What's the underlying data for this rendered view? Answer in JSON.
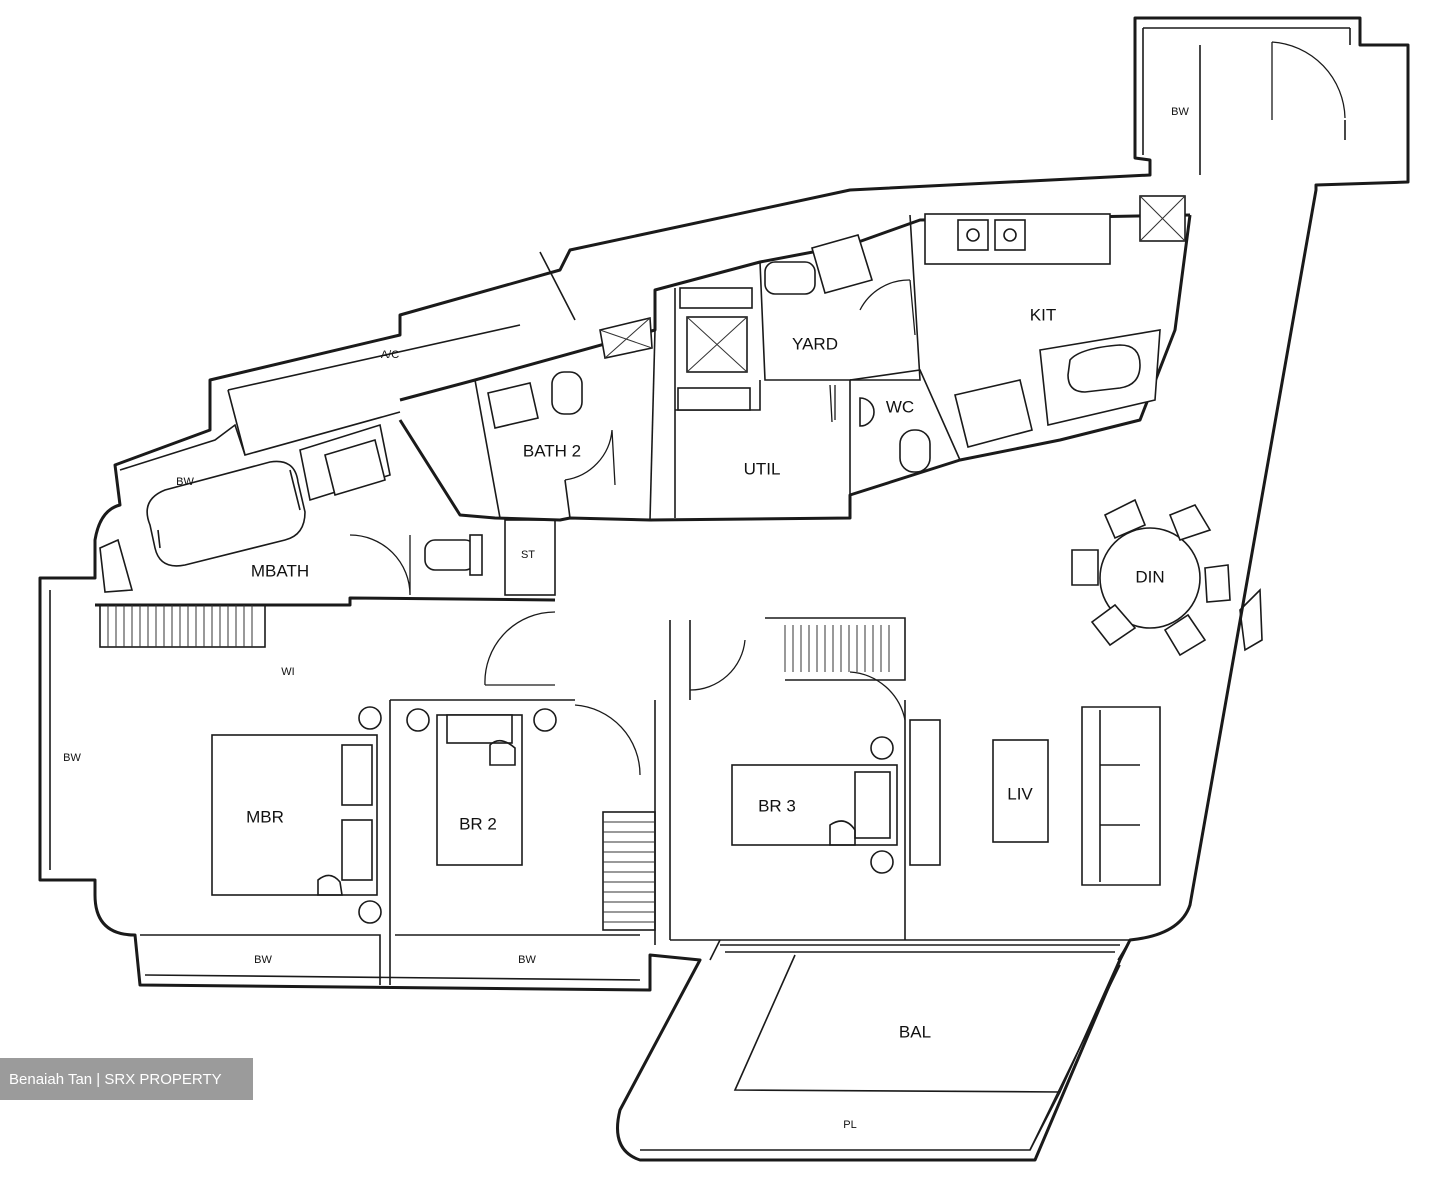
{
  "rooms": {
    "ac": "A/C",
    "bw_top": "BW",
    "bw_left": "BW",
    "bw_entry": "BW",
    "bw_bottom_left": "BW",
    "bw_bottom_mid": "BW",
    "mbath": "MBATH",
    "bath2": "BATH 2",
    "yard": "YARD",
    "kit": "KIT",
    "util": "UTIL",
    "wc": "WC",
    "st": "ST",
    "din": "DIN",
    "wi": "WI",
    "mbr": "MBR",
    "br2": "BR 2",
    "br3": "BR 3",
    "liv": "LIV",
    "bal": "BAL",
    "pl": "PL"
  },
  "watermark": "Benaiah Tan | SRX PROPERTY"
}
